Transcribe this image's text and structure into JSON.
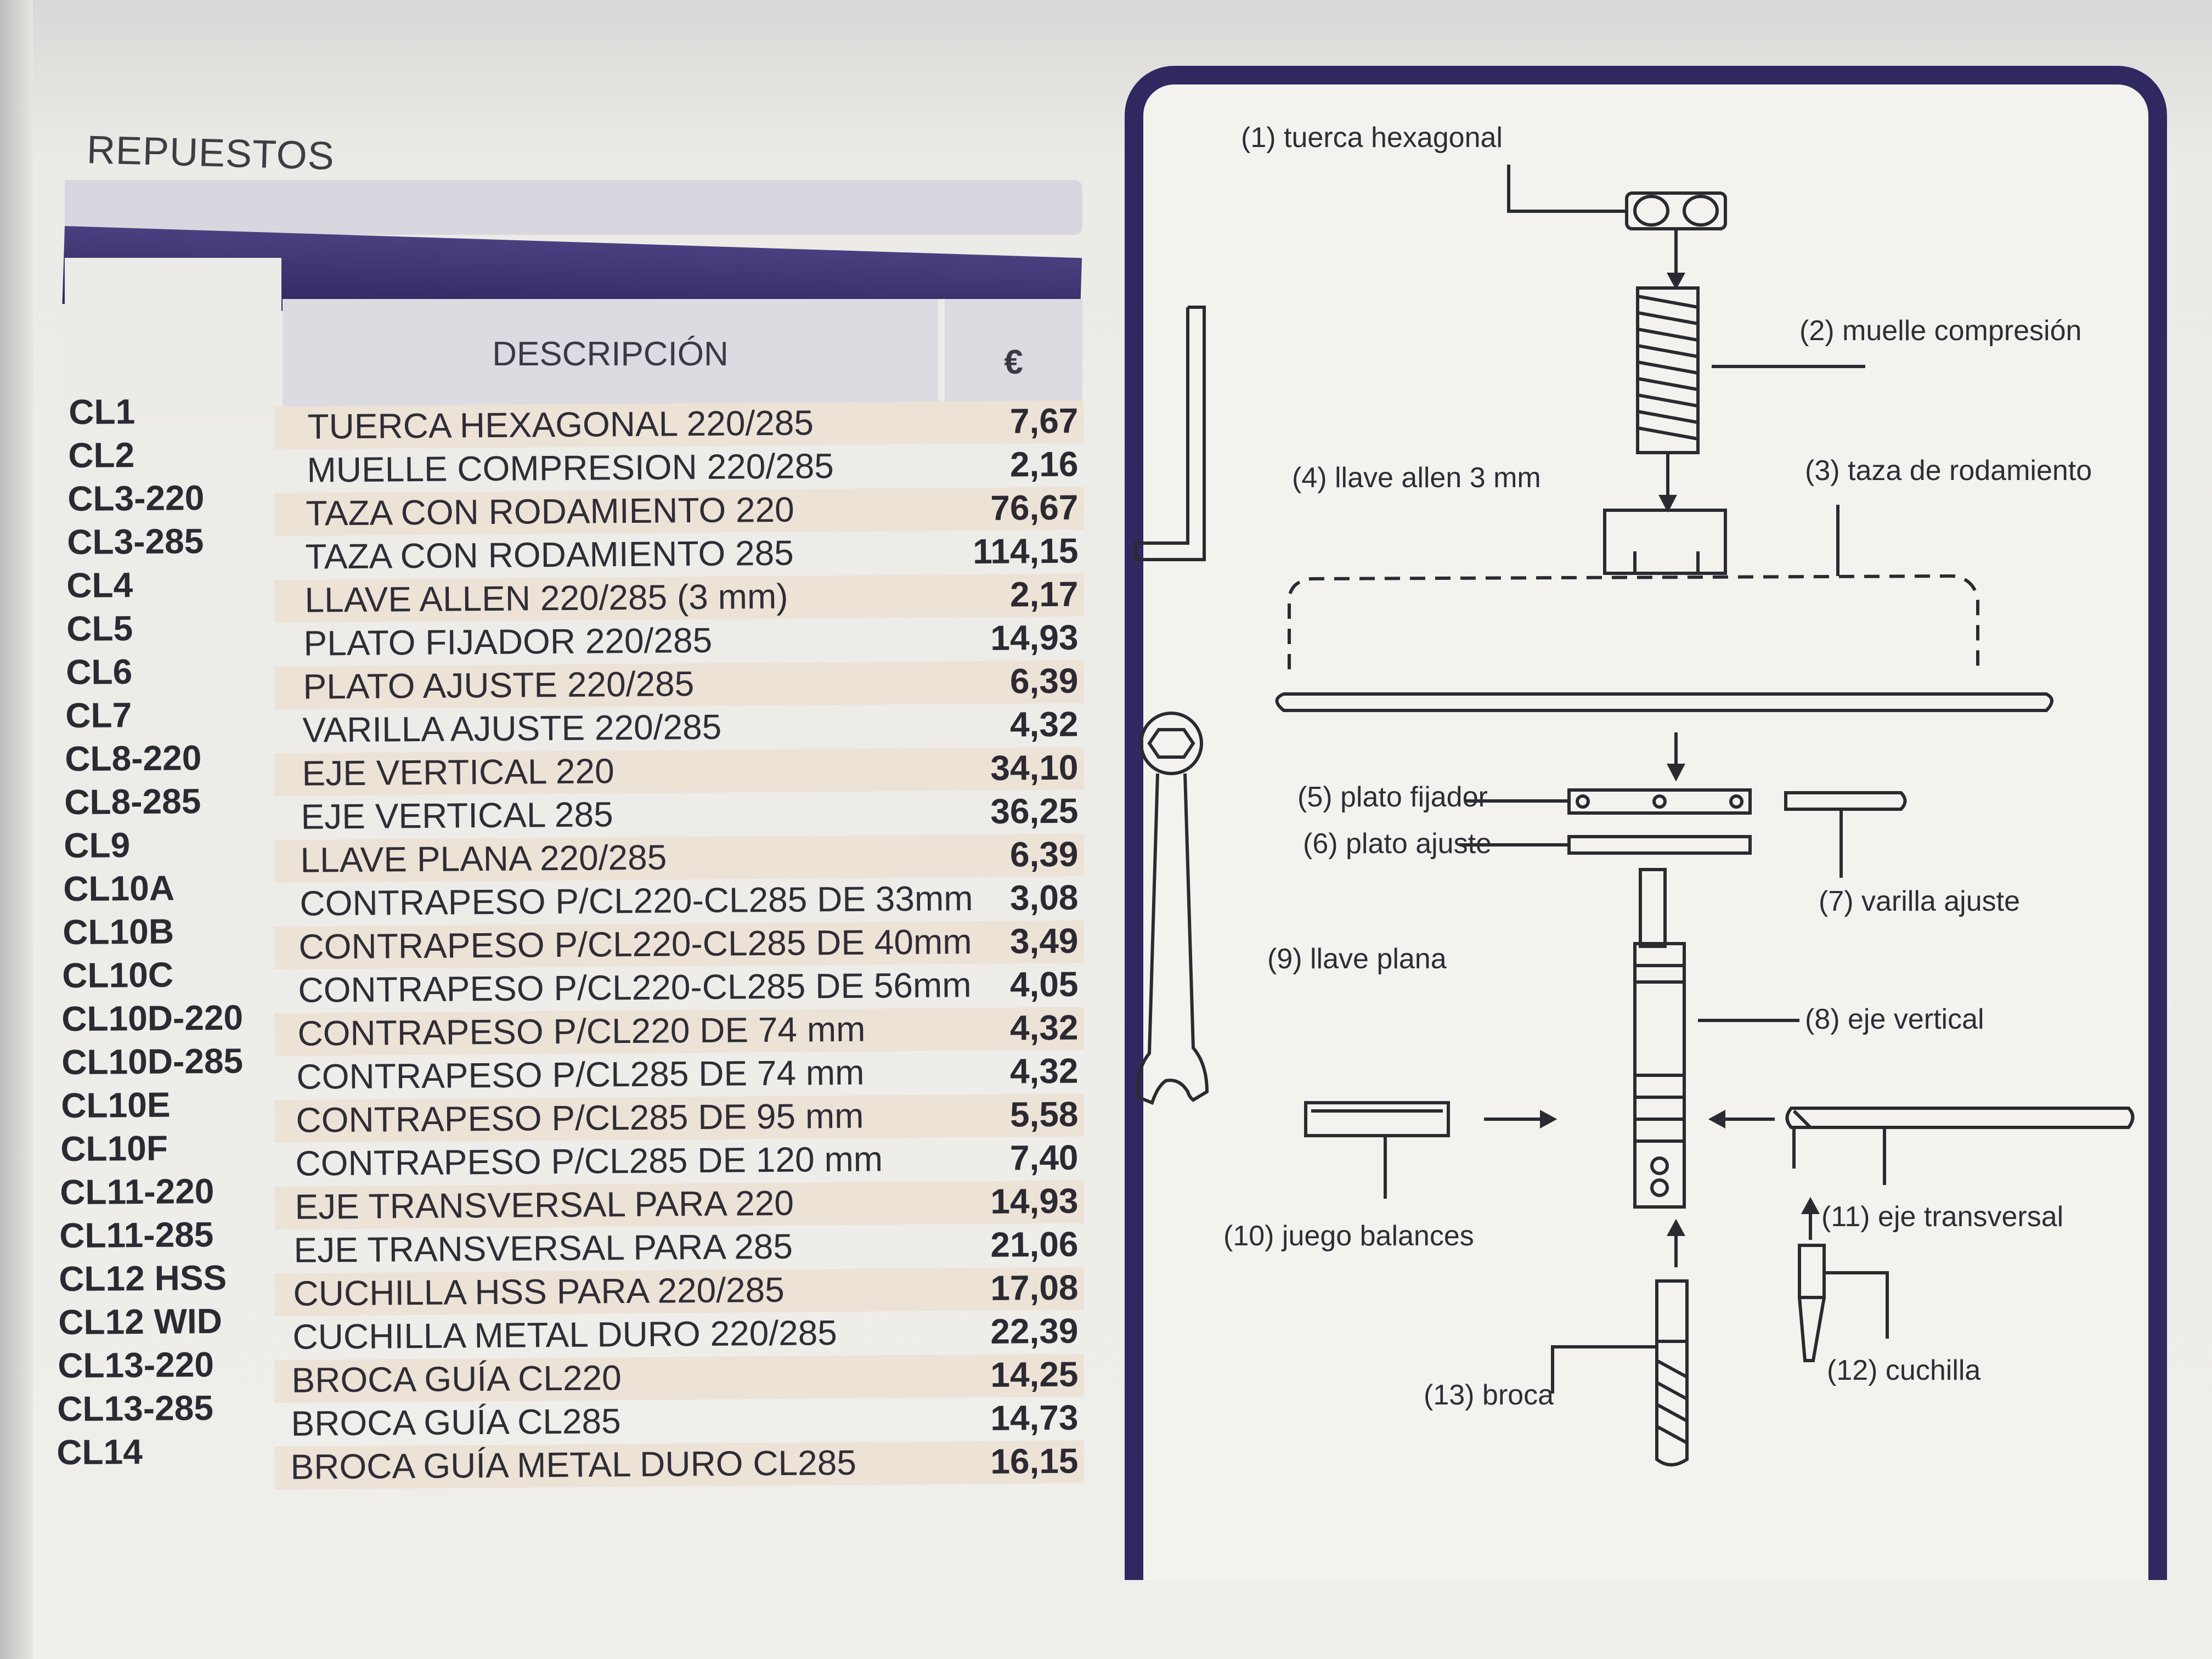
{
  "section_title": "REPUESTOS",
  "table": {
    "header_description": "DESCRIPCIÓN",
    "header_price": "€",
    "rows": [
      {
        "code": "CL1",
        "description": "TUERCA HEXAGONAL 220/285",
        "price": "7,67"
      },
      {
        "code": "CL2",
        "description": "MUELLE COMPRESION 220/285",
        "price": "2,16"
      },
      {
        "code": "CL3-220",
        "description": "TAZA CON RODAMIENTO 220",
        "price": "76,67"
      },
      {
        "code": "CL3-285",
        "description": "TAZA CON RODAMIENTO 285",
        "price": "114,15"
      },
      {
        "code": "CL4",
        "description": "LLAVE ALLEN 220/285 (3 mm)",
        "price": "2,17"
      },
      {
        "code": "CL5",
        "description": "PLATO FIJADOR 220/285",
        "price": "14,93"
      },
      {
        "code": "CL6",
        "description": "PLATO AJUSTE 220/285",
        "price": "6,39"
      },
      {
        "code": "CL7",
        "description": "VARILLA AJUSTE 220/285",
        "price": "4,32"
      },
      {
        "code": "CL8-220",
        "description": "EJE VERTICAL 220",
        "price": "34,10"
      },
      {
        "code": "CL8-285",
        "description": "EJE VERTICAL 285",
        "price": "36,25"
      },
      {
        "code": "CL9",
        "description": "LLAVE PLANA 220/285",
        "price": "6,39"
      },
      {
        "code": "CL10A",
        "description": "CONTRAPESO P/CL220-CL285 DE 33mm",
        "price": "3,08"
      },
      {
        "code": "CL10B",
        "description": "CONTRAPESO P/CL220-CL285 DE 40mm",
        "price": "3,49"
      },
      {
        "code": "CL10C",
        "description": "CONTRAPESO P/CL220-CL285 DE 56mm",
        "price": "4,05"
      },
      {
        "code": "CL10D-220",
        "description": "CONTRAPESO P/CL220 DE 74 mm",
        "price": "4,32"
      },
      {
        "code": "CL10D-285",
        "description": "CONTRAPESO P/CL285 DE 74 mm",
        "price": "4,32"
      },
      {
        "code": "CL10E",
        "description": "CONTRAPESO P/CL285 DE 95 mm",
        "price": "5,58"
      },
      {
        "code": "CL10F",
        "description": "CONTRAPESO P/CL285 DE 120 mm",
        "price": "7,40"
      },
      {
        "code": "CL11-220",
        "description": "EJE TRANSVERSAL PARA 220",
        "price": "14,93"
      },
      {
        "code": "CL11-285",
        "description": "EJE TRANSVERSAL PARA 285",
        "price": "21,06"
      },
      {
        "code": "CL12 HSS",
        "description": "CUCHILLA HSS PARA 220/285",
        "price": "17,08"
      },
      {
        "code": "CL12 WID",
        "description": "CUCHILLA METAL DURO 220/285",
        "price": "22,39"
      },
      {
        "code": "CL13-220",
        "description": "BROCA GUÍA CL220",
        "price": "14,25"
      },
      {
        "code": "CL13-285",
        "description": "BROCA GUÍA CL285",
        "price": "14,73"
      },
      {
        "code": "CL14",
        "description": "BROCA GUÍA METAL DURO CL285",
        "price": "16,15"
      }
    ]
  },
  "diagram": {
    "labels": {
      "p1": "(1) tuerca hexagonal",
      "p2": "(2) muelle compresión",
      "p3": "(3) taza de rodamiento",
      "p4": "(4) llave allen 3 mm",
      "p5": "(5) plato fijador",
      "p6": "(6) plato ajuste",
      "p7": "(7) varilla ajuste",
      "p8": "(8) eje vertical",
      "p9": "(9) llave plana",
      "p10": "(10) juego balances",
      "p11": "(11) eje transversal",
      "p12": "(12) cuchilla",
      "p13": "(13) broca"
    }
  },
  "colors": {
    "brand_purple": "#2f2861",
    "row_stripe": "#ece2d6",
    "header_grey": "#dcdbe2"
  }
}
